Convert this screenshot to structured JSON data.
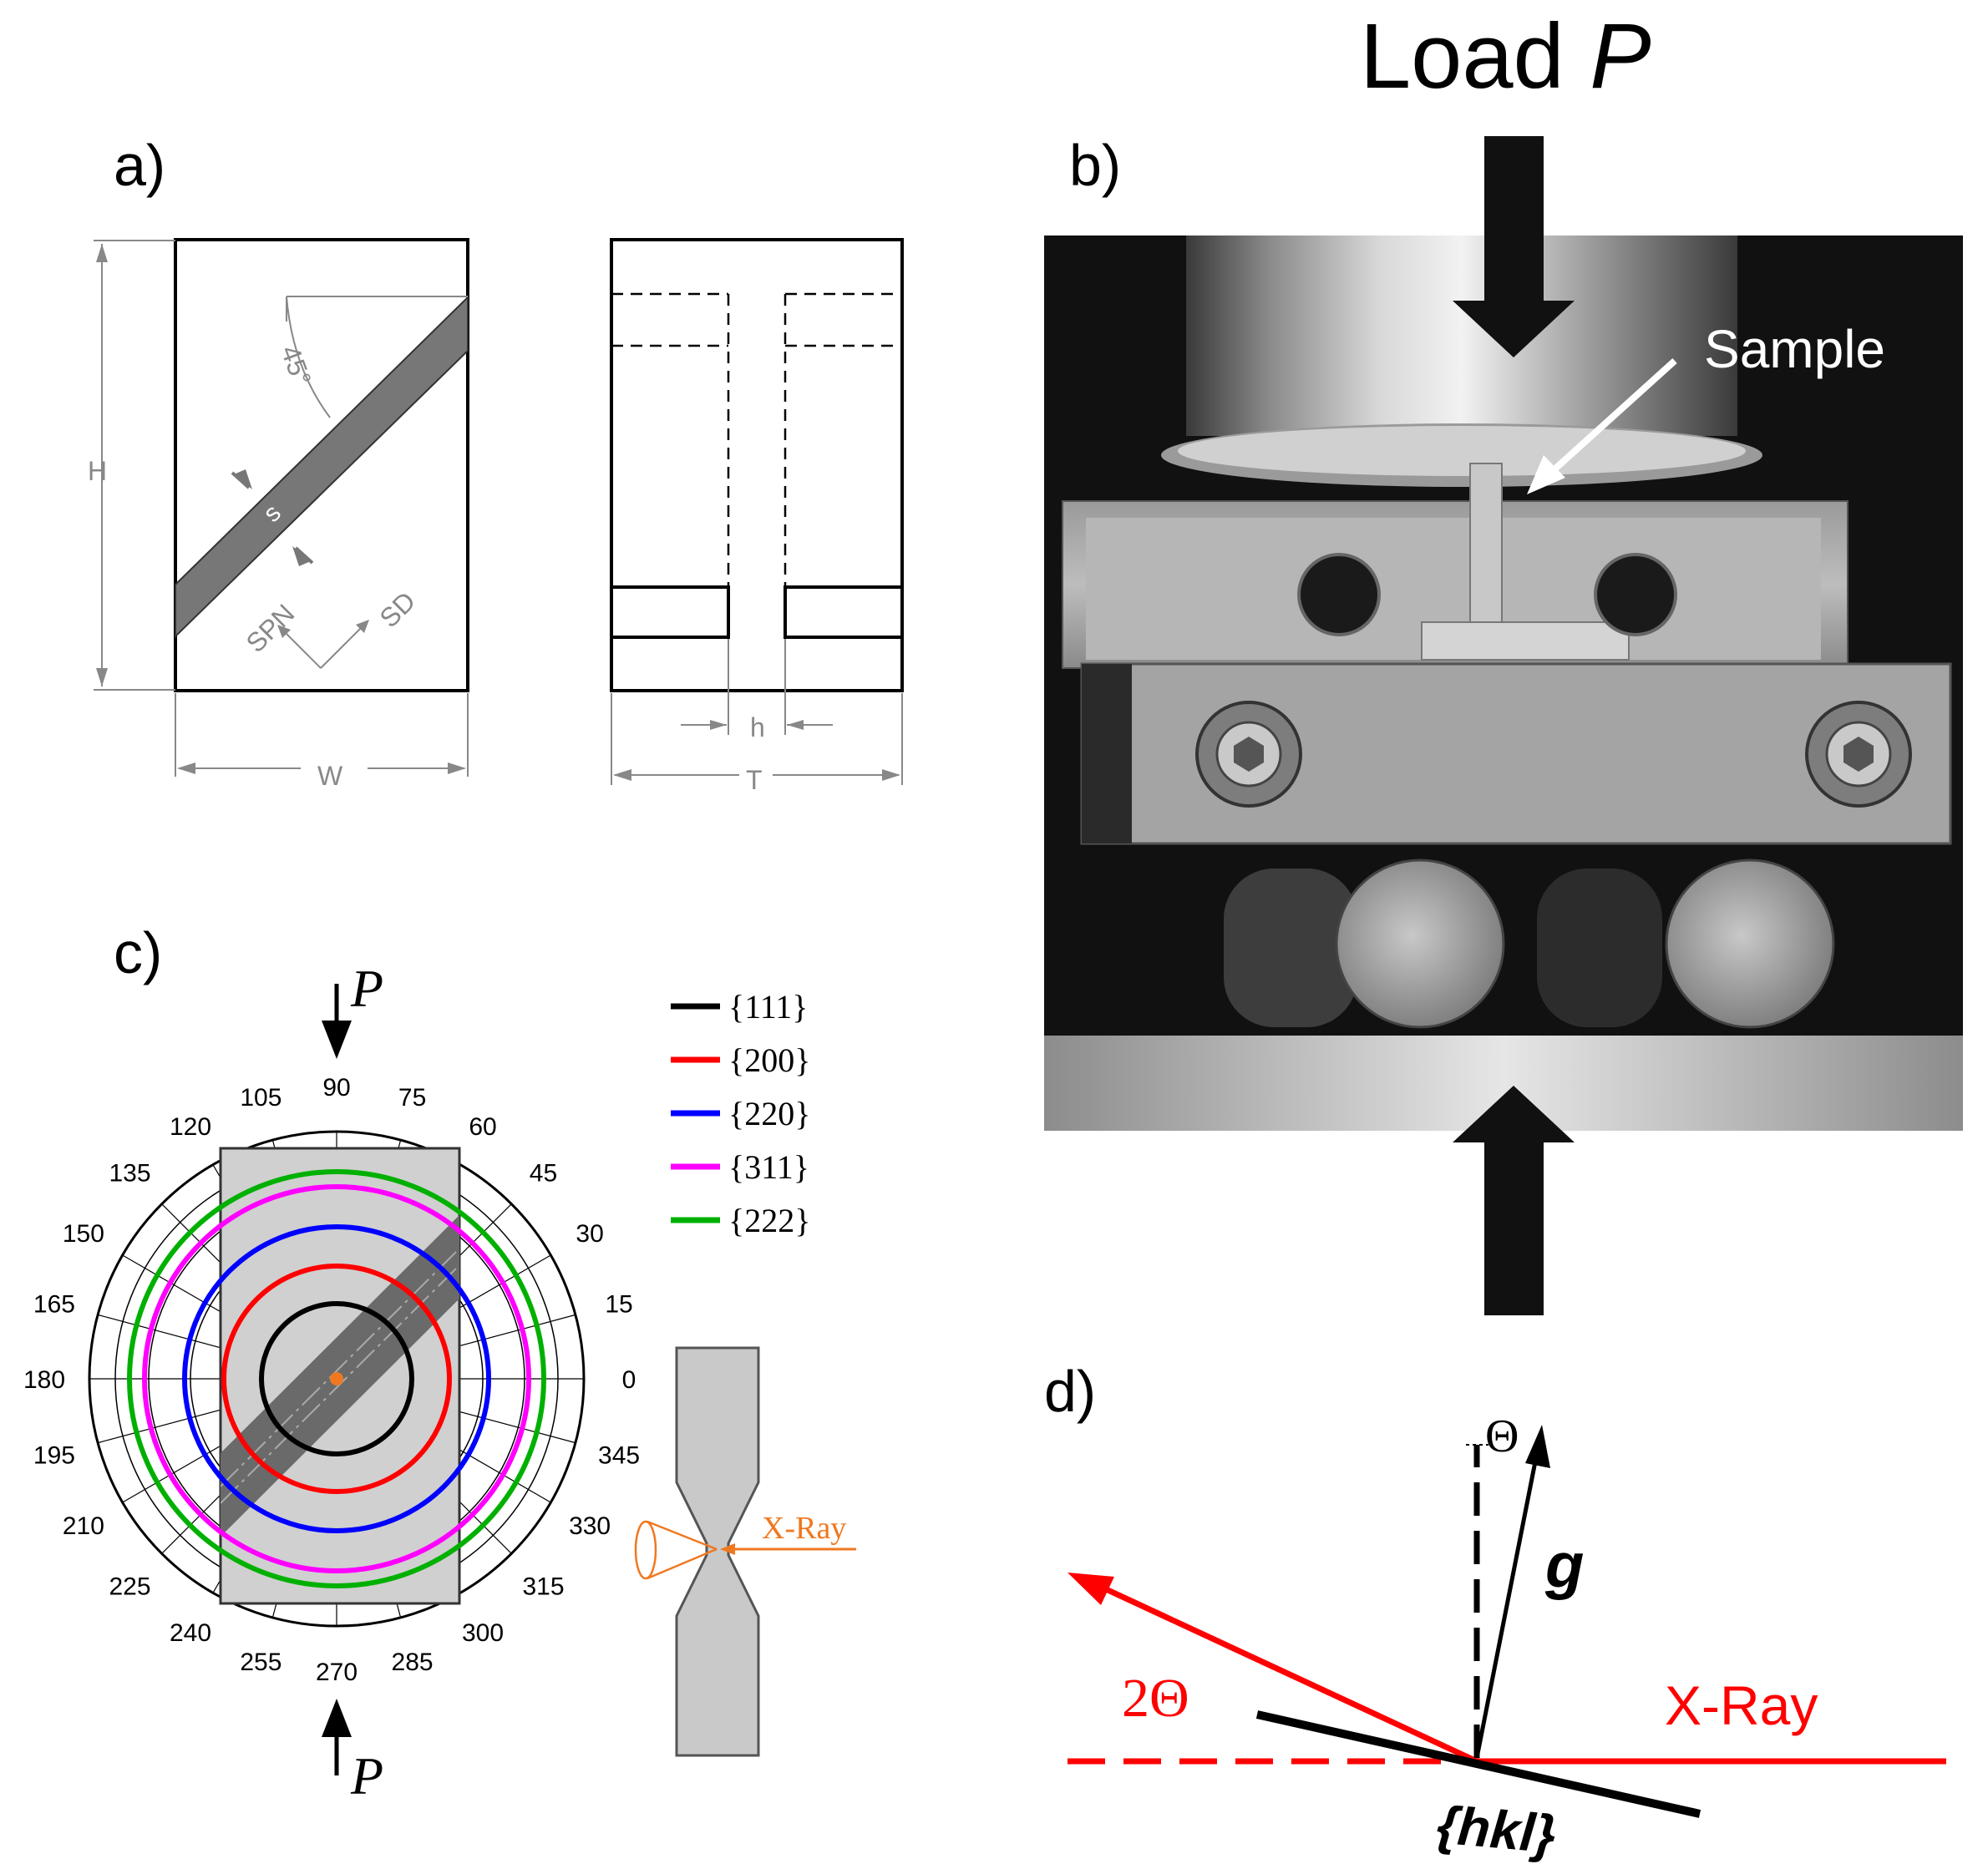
{
  "panel_a": {
    "label": "a)",
    "angle": "45°",
    "h_big": "H",
    "shear_s": "s",
    "spn": "SPN",
    "sd": "SD",
    "w": "W",
    "h_small": "h",
    "t": "T"
  },
  "panel_b": {
    "label": "b)",
    "load_prefix": "Load ",
    "load_var": "P",
    "sample": "Sample"
  },
  "panel_c": {
    "label": "c)",
    "p_top": "P",
    "p_bottom": "P",
    "angle_labels": [
      "0",
      "15",
      "30",
      "45",
      "60",
      "75",
      "90",
      "105",
      "120",
      "135",
      "150",
      "165",
      "180",
      "195",
      "210",
      "225",
      "240",
      "255",
      "270",
      "285",
      "300",
      "315",
      "330",
      "345"
    ],
    "legend": [
      {
        "label": "{111}",
        "color": "#000000"
      },
      {
        "label": "{200}",
        "color": "#ff0000"
      },
      {
        "label": "{220}",
        "color": "#0000ff"
      },
      {
        "label": "{311}",
        "color": "#ff00ff"
      },
      {
        "label": "{222}",
        "color": "#00b000"
      }
    ],
    "xray": "X-Ray",
    "xray_color": "#f07820"
  },
  "panel_d": {
    "label": "d)",
    "theta": "Θ",
    "g": "g",
    "two_theta": "2Θ",
    "xray": "X-Ray",
    "hkl": "{hkl}",
    "ray_color": "#ff0000"
  }
}
